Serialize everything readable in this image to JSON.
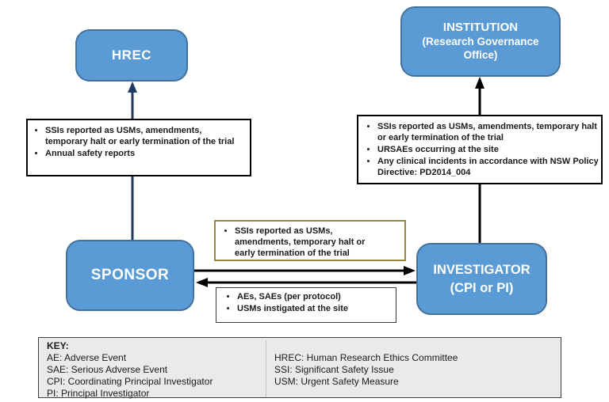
{
  "diagram": {
    "nodes": {
      "hrec": {
        "label": "HREC"
      },
      "institution": {
        "title": "INSTITUTION",
        "subtitle": "(Research Governance Office)"
      },
      "sponsor": {
        "label": "SPONSOR"
      },
      "investigator": {
        "title": "INVESTIGATOR",
        "subtitle": "(CPI or PI)"
      }
    },
    "callouts": {
      "sponsor_to_hrec": {
        "items": [
          "SSIs reported as USMs, amendments, temporary halt or early termination of the trial",
          "Annual safety reports"
        ]
      },
      "investigator_to_institution": {
        "items": [
          "SSIs reported as USMs, amendments, temporary halt or early termination of the trial",
          "URSAEs occurring at the site",
          "Any clinical incidents in accordance with NSW Policy Directive: PD2014_004"
        ]
      },
      "sponsor_to_investigator": {
        "items": [
          "SSIs reported as USMs, amendments, temporary halt or early termination of the trial"
        ]
      },
      "investigator_to_sponsor": {
        "items": [
          "AEs, SAEs (per protocol)",
          "USMs instigated at the site"
        ]
      }
    },
    "key": {
      "title": "KEY:",
      "left": [
        "AE: Adverse Event",
        "SAE: Serious Adverse Event",
        "CPI: Coordinating Principal Investigator",
        "PI: Principal Investigator"
      ],
      "right": [
        "HREC: Human Research Ethics Committee",
        "SSI: Significant Safety Issue",
        "USM: Urgent Safety Measure"
      ]
    },
    "colors": {
      "node_fill": "#5B9BD5",
      "node_border": "#41719C",
      "navy_arrow": "#1F3864",
      "black_arrow": "#000000",
      "tan_border": "#998542",
      "key_fill": "#EAEAEA"
    }
  }
}
